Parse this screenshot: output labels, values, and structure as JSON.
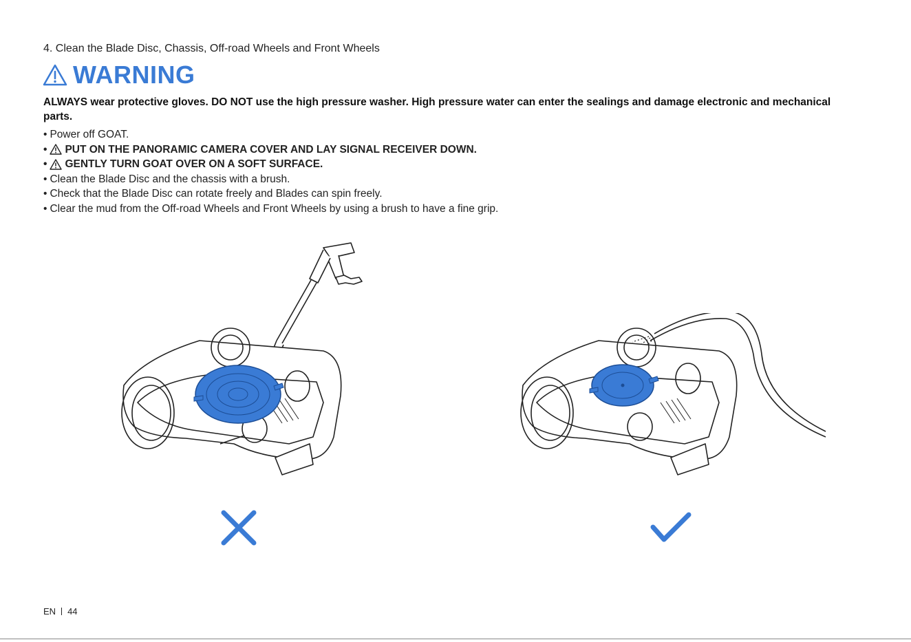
{
  "step_title": "4. Clean the Blade Disc, Chassis, Off-road Wheels and Front Wheels",
  "warning_title": "WARNING",
  "warning_text": "ALWAYS wear protective gloves. DO NOT use the high pressure washer. High pressure water can enter the sealings and damage electronic and mechanical parts.",
  "bullets": [
    "Power off GOAT.",
    "PUT ON THE PANORAMIC CAMERA COVER AND LAY SIGNAL RECEIVER DOWN.",
    "GENTLY TURN GOAT OVER ON A SOFT SURFACE.",
    "Clean the Blade Disc and the chassis with a brush.",
    "Check that the Blade Disc can rotate freely and Blades can spin freely.",
    "Clear the mud from the Off-road Wheels and Front Wheels by using a brush to have a fine grip."
  ],
  "bullet_marker": "•",
  "footer": {
    "lang": "EN",
    "page": "44"
  },
  "colors": {
    "accent": "#3a7bd5",
    "text": "#222222"
  },
  "icons": {
    "warning": "warning-triangle-icon",
    "wrong": "cross-icon",
    "right": "check-icon"
  }
}
